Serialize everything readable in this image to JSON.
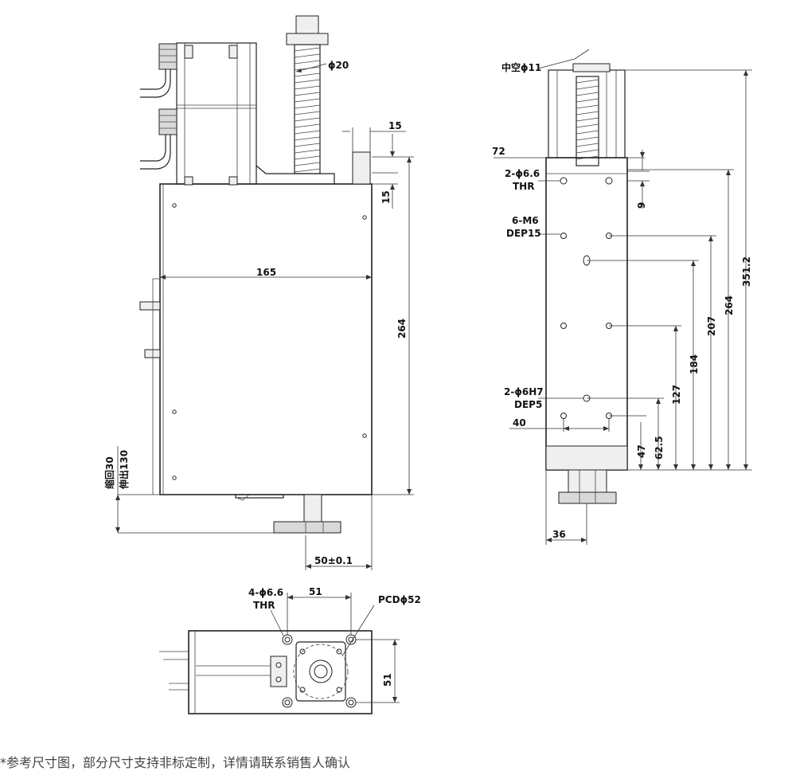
{
  "front_view": {
    "dim_width": "165",
    "dim_height": "264",
    "dim_top_15a": "15",
    "dim_top_15b": "15",
    "bellows_dia": "ϕ20",
    "stroke_out": "伸出130",
    "stroke_in": "缩回30",
    "dim_offset": "50±0.1"
  },
  "side_view": {
    "hollow_dia": "中空ϕ11",
    "dim_72": "72",
    "hole1_a": "2-ϕ6.6",
    "hole1_b": "THR",
    "hole2_a": "6-M6",
    "hole2_b": "DEP15",
    "hole3_a": "2-ϕ6H7",
    "hole3_b": "DEP5",
    "dim_40": "40",
    "dim_36": "36",
    "dim_9": "9",
    "dim_47": "47",
    "dim_62_5": "62.5",
    "dim_127": "127",
    "dim_184": "184",
    "dim_207": "207",
    "dim_264": "264",
    "dim_351_2": "351.2"
  },
  "bottom_view": {
    "hole_a": "4-ϕ6.6",
    "hole_b": "THR",
    "dim_51_h": "51",
    "dim_51_v": "51",
    "pcd": "PCDϕ52"
  },
  "footnote": "*参考尺寸图，部分尺寸支持非标定制，详情请联系销售人确认"
}
